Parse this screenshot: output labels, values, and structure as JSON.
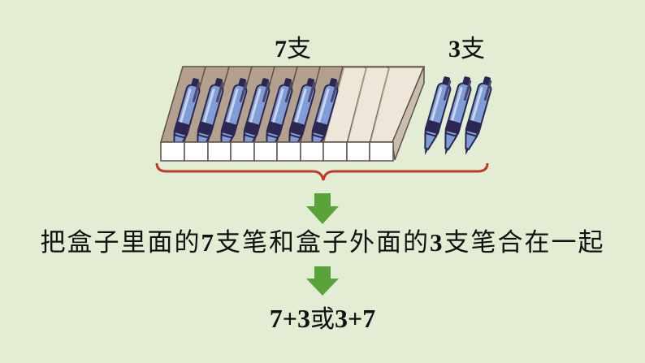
{
  "labels": {
    "inside_count_num": "7",
    "inside_count_unit": "支",
    "outside_count_num": "3",
    "outside_count_unit": "支"
  },
  "sentence": {
    "part1": "把盒子里面的",
    "num1": "7",
    "part2": "支笔和盒子外面的",
    "num2": "3",
    "part3": "支笔合在一起"
  },
  "expression": {
    "a": "7+3",
    "or": "或",
    "b": "3+7"
  },
  "figure": {
    "pens_in_box": 7,
    "empty_slots": 3,
    "pens_outside": 3
  },
  "colors": {
    "background": "#e3edd4",
    "arrow": "#5aa23a",
    "brace": "#c0392b",
    "pen_body": "#7f9dd6",
    "pen_dark": "#2c2752",
    "box_back": "#b3a08d",
    "slot_white": "#ffffff"
  },
  "icons": [
    "pen-icon",
    "down-arrow-icon",
    "brace-icon",
    "pen-box-icon"
  ]
}
